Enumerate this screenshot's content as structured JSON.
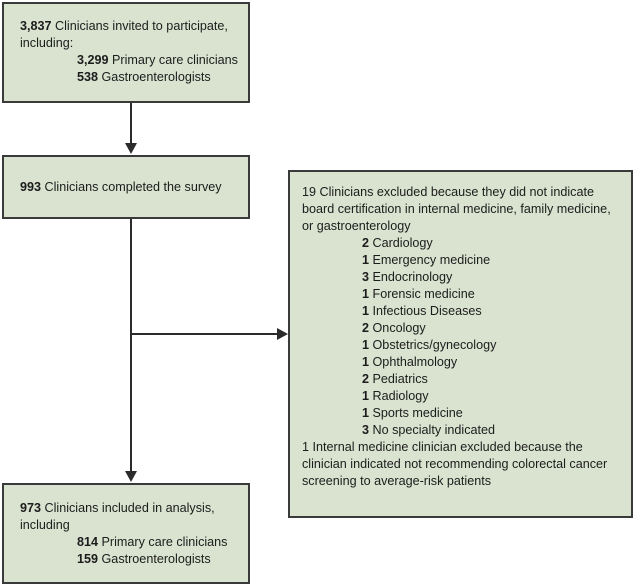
{
  "diagram": {
    "title": "Clinician survey participation flow diagram",
    "colors": {
      "box_fill": "#d9e3d0",
      "box_border": "#3a3a3a",
      "text": "#1c1c1c",
      "connector": "#2b2b2b"
    },
    "boxes": {
      "invited": {
        "lines": [
          {
            "num": "3,837",
            "text": "Clinicians invited to participate,"
          },
          {
            "num": "",
            "text": "including:"
          }
        ],
        "items": [
          {
            "num": "3,299",
            "text": "Primary care clinicians"
          },
          {
            "num": "538",
            "text": "Gastroenterologists"
          }
        ]
      },
      "completed": {
        "lines": [
          {
            "num": "993",
            "text": "Clinicians completed the survey"
          }
        ]
      },
      "excluded": {
        "heading": {
          "num": "19",
          "text": "Clinicians excluded because they did not indicate board certification in internal medicine, family medicine, or gastroenterology"
        },
        "items": [
          {
            "num": "2",
            "text": "Cardiology"
          },
          {
            "num": "1",
            "text": "Emergency medicine"
          },
          {
            "num": "3",
            "text": "Endocrinology"
          },
          {
            "num": "1",
            "text": "Forensic medicine"
          },
          {
            "num": "1",
            "text": "Infectious Diseases"
          },
          {
            "num": "2",
            "text": "Oncology"
          },
          {
            "num": "1",
            "text": "Obstetrics/gynecology"
          },
          {
            "num": "1",
            "text": "Ophthalmology"
          },
          {
            "num": "2",
            "text": "Pediatrics"
          },
          {
            "num": "1",
            "text": "Radiology"
          },
          {
            "num": "1",
            "text": "Sports medicine"
          },
          {
            "num": "3",
            "text": "No specialty indicated"
          }
        ],
        "footer": {
          "num": "1",
          "text": "Internal medicine clinician excluded because the clinician indicated not recommending colorectal cancer screening to average-risk patients"
        }
      },
      "included": {
        "lines": [
          {
            "num": "973",
            "text": "Clinicians included in analysis,"
          },
          {
            "num": "",
            "text": "including"
          }
        ],
        "items": [
          {
            "num": "814",
            "text": "Primary care clinicians"
          },
          {
            "num": "159",
            "text": "Gastroenterologists"
          }
        ]
      }
    }
  }
}
